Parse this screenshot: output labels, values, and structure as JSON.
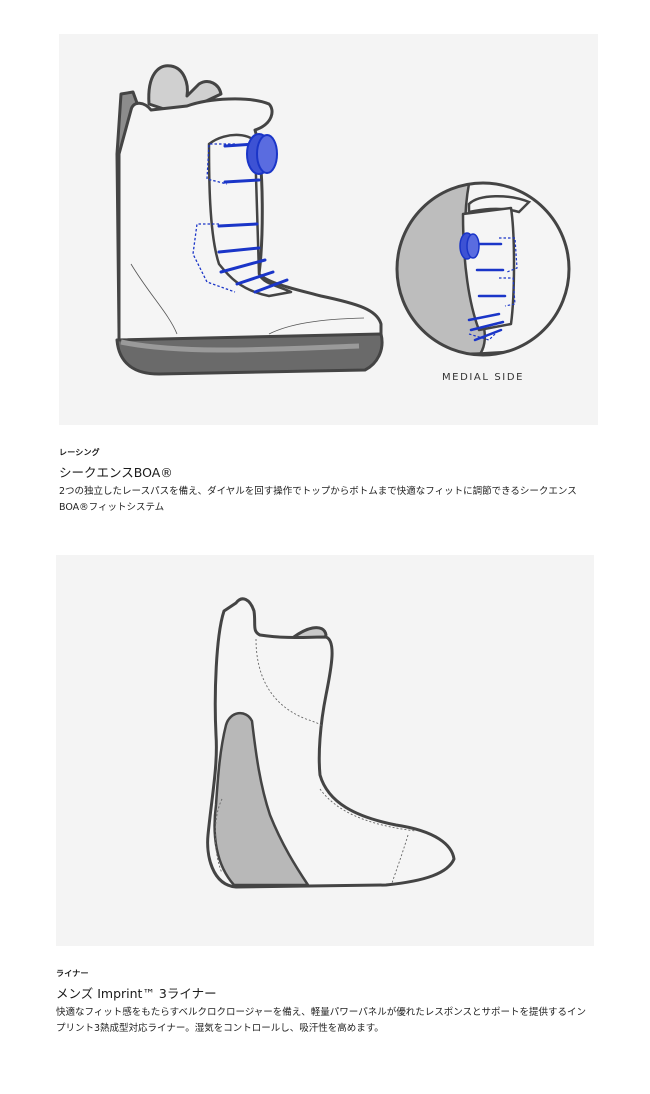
{
  "sections": [
    {
      "kicker": "レーシング",
      "title": "シークエンスBOA®",
      "description": "2つの独立したレースパスを備え、ダイヤルを回す操作でトップからボトムまで快適なフィットに調節できるシークエンスBOA®フィットシステム",
      "inset_label": "MEDIAL SIDE",
      "accent_color": "#1a35c8"
    },
    {
      "kicker": "ライナー",
      "title": "メンズ Imprint™ 3ライナー",
      "description": "快適なフィット感をもたらすベルクロクロージャーを備え、軽量パワーパネルが優れたレスポンスとサポートを提供するインプリント3熱成型対応ライナー。湿気をコントロールし、吸汗性を高めます。"
    }
  ]
}
